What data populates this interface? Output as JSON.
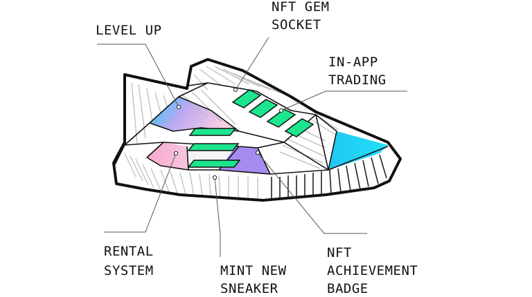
{
  "labels": {
    "level_up": "LEVEL UP",
    "nft_gem_socket_line1": "NFT GEM",
    "nft_gem_socket_line2": "SOCKET",
    "in_app_trading_line1": "IN-APP",
    "in_app_trading_line2": "TRADING",
    "rental_system_line1": "RENTAL",
    "rental_system_line2": "SYSTEM",
    "mint_new_sneaker_line1": "MINT NEW",
    "mint_new_sneaker_line2": "SNEAKER",
    "nft_achievement_badge_line1": "NFT",
    "nft_achievement_badge_line2": "ACHIEVEMENT",
    "nft_achievement_badge_line3": "BADGE"
  },
  "colors": {
    "lace_green": "#1de58e",
    "cyan": "#1fc8f0",
    "pink": "#f7b7d6",
    "violet": "#a58cf0",
    "outline": "#111111"
  }
}
